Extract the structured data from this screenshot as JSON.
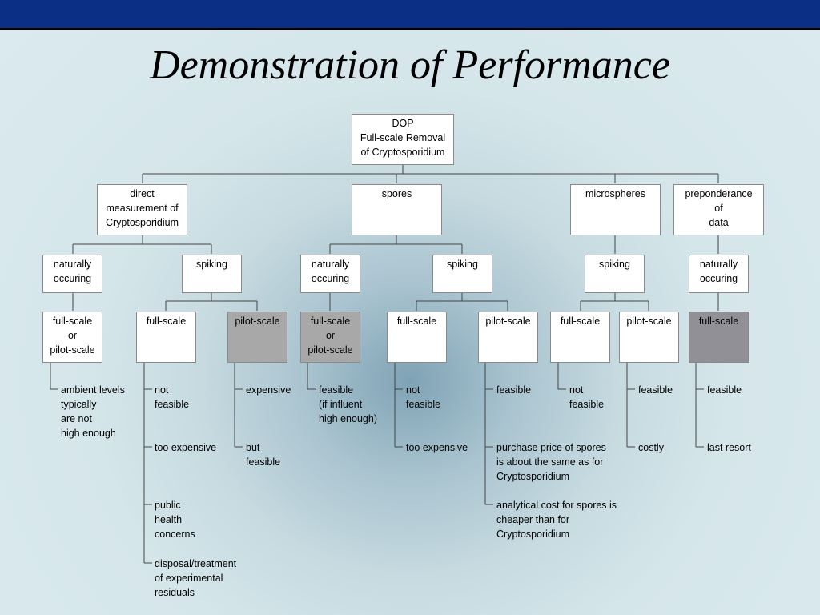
{
  "title": "Demonstration of Performance",
  "nodes": {
    "root": "DOP\nFull-scale Removal\nof Cryptosporidium",
    "direct": "direct\nmeasurement of\nCryptosporidium",
    "spores": "spores",
    "microspheres": "microspheres",
    "preponderance": "preponderance\nof\ndata",
    "direct_naturally": "naturally\noccuring",
    "direct_spiking": "spiking",
    "spores_naturally": "naturally\noccuring",
    "spores_spiking": "spiking",
    "micro_spiking": "spiking",
    "prep_naturally": "naturally\noccuring",
    "l1": "full-scale\nor\npilot-scale",
    "l2": "full-scale",
    "l3": "pilot-scale",
    "l4": "full-scale\nor\npilot-scale",
    "l5": "full-scale",
    "l6": "pilot-scale",
    "l7": "full-scale",
    "l8": "pilot-scale",
    "l9": "full-scale"
  },
  "notes": {
    "n1": "ambient levels\ntypically\nare not\nhigh enough",
    "n2a": "not\nfeasible",
    "n2b": "too expensive",
    "n2c": "public\nhealth\nconcerns",
    "n2d": "disposal/treatment\nof experimental\nresiduals",
    "n3a": "expensive",
    "n3b": "but\nfeasible",
    "n4": "feasible\n(if influent\nhigh enough)",
    "n5a": "not\nfeasible",
    "n5b": "too expensive",
    "n6a": "feasible",
    "n6b": "purchase price of spores\nis about the same as for\nCryptosporidium",
    "n6c": "analytical cost for spores is\ncheaper than for\nCryptosporidium",
    "n7": "not\nfeasible",
    "n8a": "feasible",
    "n8b": "costly",
    "n9a": "feasible",
    "n9b": "last resort"
  },
  "colors": {
    "top_bar": "#0c2f86",
    "box_gray": "#a8a8a8",
    "box_dark_gray": "#909096"
  }
}
